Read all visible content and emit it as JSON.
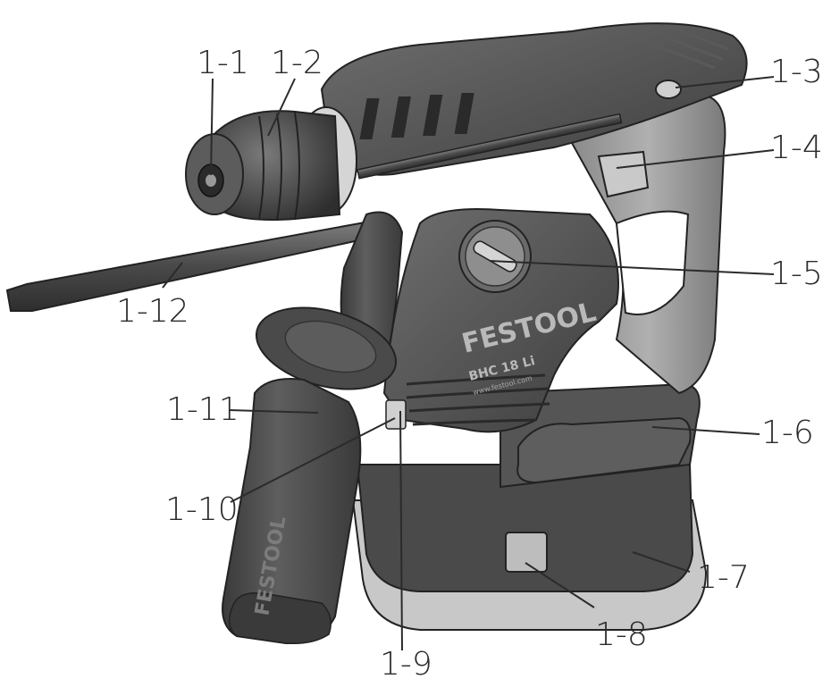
{
  "colors": {
    "body_dark": "#4a4a4a",
    "body_mid": "#6a6a6a",
    "body_light": "#9a9a9a",
    "trim_light": "#c9c9c9",
    "label_text": "#2b2b2b",
    "leader_line": "#2b2b2b"
  },
  "tool": {
    "brand": "FESTOOL",
    "model": "BHC 18 Li",
    "website": "www.festool.com",
    "handle_brand": "FESTOOL"
  },
  "callouts": [
    {
      "id": "1-1",
      "label": "1-1"
    },
    {
      "id": "1-2",
      "label": "1-2"
    },
    {
      "id": "1-3",
      "label": "1-3"
    },
    {
      "id": "1-4",
      "label": "1-4"
    },
    {
      "id": "1-5",
      "label": "1-5"
    },
    {
      "id": "1-6",
      "label": "1-6"
    },
    {
      "id": "1-7",
      "label": "1-7"
    },
    {
      "id": "1-8",
      "label": "1-8"
    },
    {
      "id": "1-9",
      "label": "1-9"
    },
    {
      "id": "1-10",
      "label": "1-10"
    },
    {
      "id": "1-11",
      "label": "1-11"
    },
    {
      "id": "1-12",
      "label": "1-12"
    }
  ]
}
